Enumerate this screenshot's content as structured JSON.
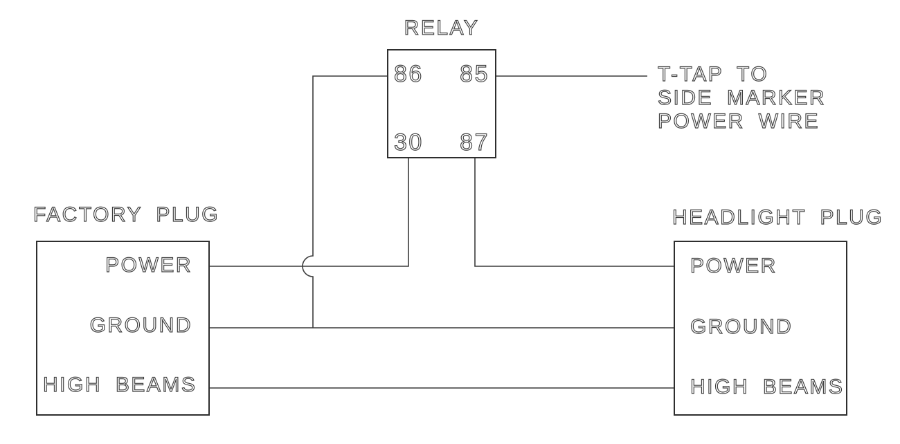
{
  "relay": {
    "title": "RELAY",
    "terminals": {
      "top_left": "86",
      "top_right": "85",
      "bottom_left": "30",
      "bottom_right": "87"
    }
  },
  "factory_plug": {
    "title": "FACTORY PLUG",
    "pins": {
      "power": "POWER",
      "ground": "GROUND",
      "high_beams": "HIGH BEAMS"
    }
  },
  "headlight_plug": {
    "title": "HEADLIGHT PLUG",
    "pins": {
      "power": "POWER",
      "ground": "GROUND",
      "high_beams": "HIGH BEAMS"
    }
  },
  "annotation": {
    "lines": [
      "T-TAP TO",
      "SIDE MARKER",
      "POWER WIRE"
    ]
  },
  "colors": {
    "line": "#3a3a3a",
    "text": "#3f3f3f",
    "background": "#ffffff"
  }
}
